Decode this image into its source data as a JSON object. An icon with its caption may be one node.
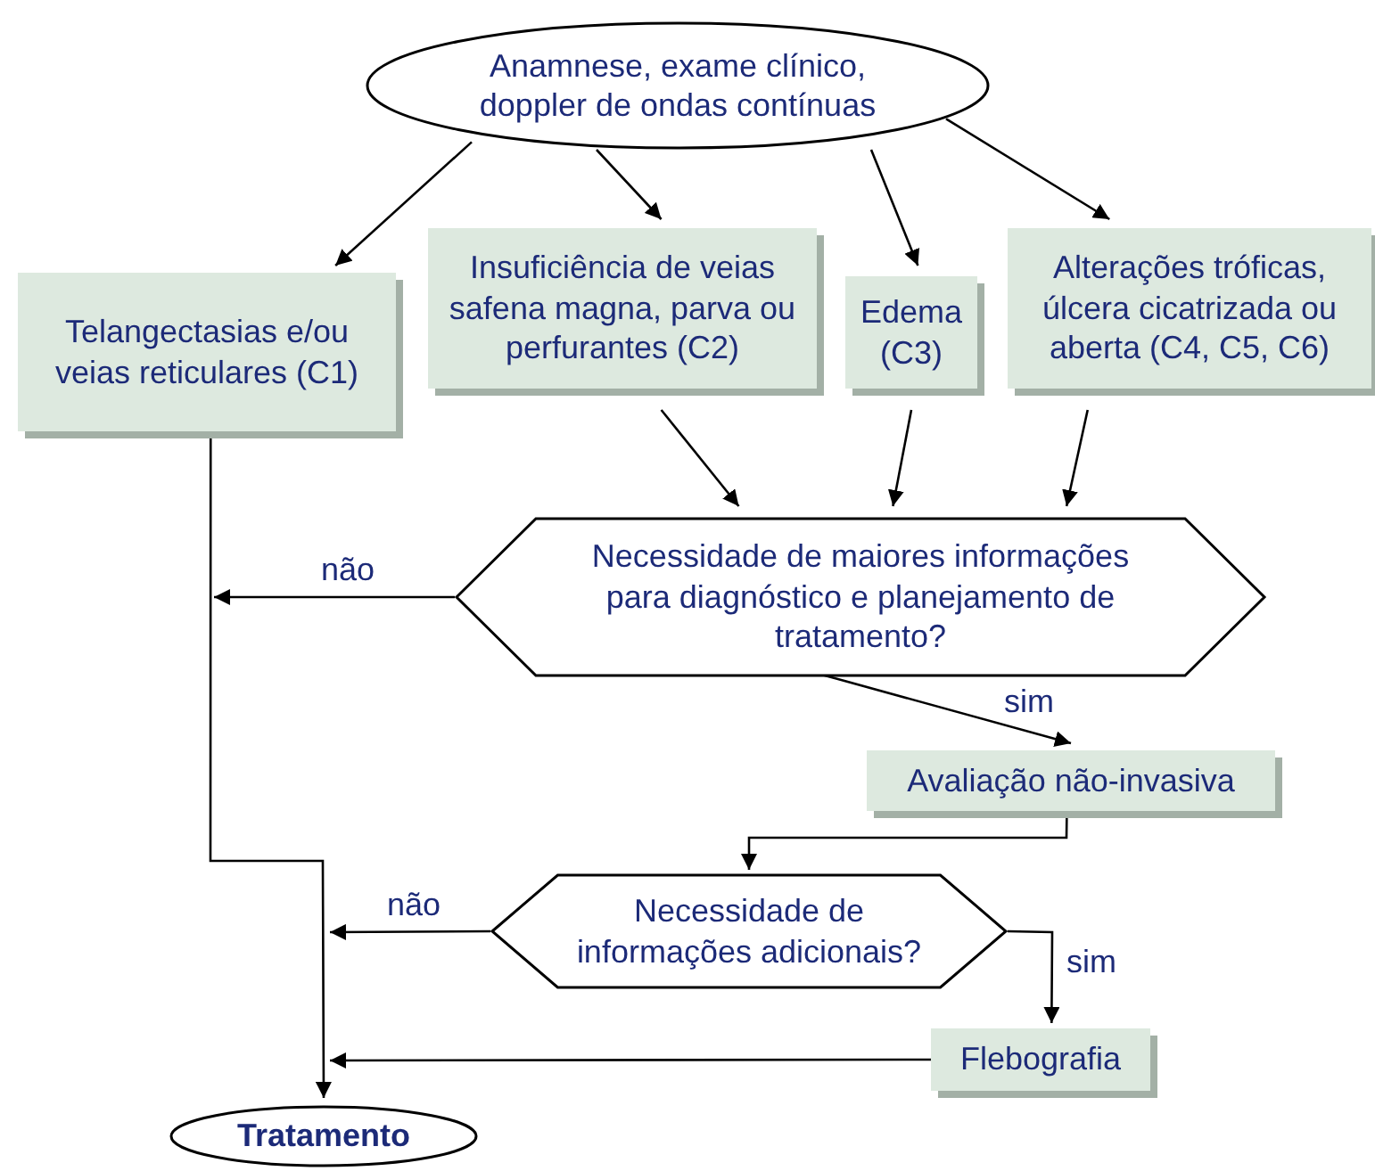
{
  "diagram": {
    "nodes": [
      {
        "text": [
          "Anamnese, exame clínico, doppler de ondas contínuas"
        ]
      },
      {
        "text": [
          "Telangectasias e/ou veias reticulares (C1)"
        ]
      },
      {
        "text": [
          "Insuficiência de veias safena magna, parva ou perfurantes (C2)"
        ]
      },
      {
        "text": [
          "Edema (C3)"
        ]
      },
      {
        "text": [
          "Alterações tróficas, úlcera cicatrizada ou aberta (C4, C5, C6)"
        ]
      },
      {
        "text": [
          "Necessidade de maiores informações para diagnóstico e planejamento de tratamento?"
        ]
      },
      {
        "text": [
          "Avaliação não-invasiva"
        ]
      },
      {
        "text": [
          "Necessidade de informações adicionais?"
        ]
      },
      {
        "text": [
          "Flebografia"
        ]
      },
      {
        "text": [
          "Tratamento"
        ]
      }
    ],
    "edges": [
      {
        "from": 0,
        "to": 1,
        "arrow": "to"
      },
      {
        "from": 0,
        "to": 2,
        "arrow": "to"
      },
      {
        "from": 0,
        "to": 3,
        "arrow": "to"
      },
      {
        "from": 0,
        "to": 4,
        "arrow": "to"
      },
      {
        "from": 2,
        "to": 5,
        "arrow": "to"
      },
      {
        "from": 3,
        "to": 5,
        "arrow": "to"
      },
      {
        "from": 4,
        "to": 5,
        "arrow": "to"
      },
      {
        "from": 5,
        "to": null,
        "arrow": "to",
        "label": "não"
      },
      {
        "from": 5,
        "to": 6,
        "arrow": "to",
        "label": "sim"
      },
      {
        "from": 6,
        "to": 7,
        "arrow": "to"
      },
      {
        "from": 7,
        "to": 8,
        "arrow": "to",
        "label": "sim"
      },
      {
        "from": 7,
        "to": null,
        "arrow": "to",
        "label": "não"
      },
      {
        "from": 8,
        "to": null,
        "arrow": "to"
      },
      {
        "from": 1,
        "to": 9,
        "arrow": "to"
      }
    ]
  }
}
